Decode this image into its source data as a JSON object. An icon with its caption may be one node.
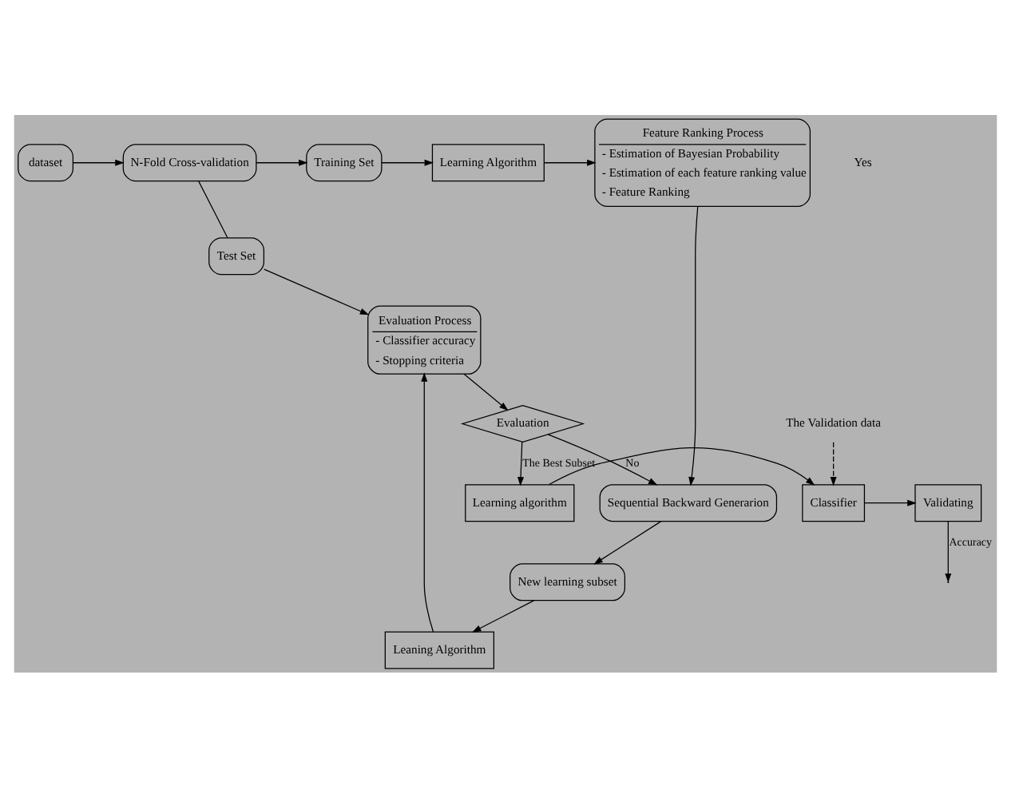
{
  "diagram": {
    "nodes": [
      {
        "text": [
          "dataset"
        ]
      },
      {
        "text": [
          "N-Fold Cross-validation"
        ]
      },
      {
        "text": [
          "Training Set"
        ]
      },
      {
        "text": [
          "Learning Algorithm"
        ]
      },
      {
        "text": [
          "Feature Ranking Process",
          "- Estimation of Bayesian Probability",
          "- Estimation of each feature ranking value",
          "- Feature Ranking"
        ]
      },
      {
        "text": [
          "Sequential Backward Generarion"
        ]
      },
      {
        "text": [
          "New learning subset"
        ]
      },
      {
        "text": [
          "Leaning Algorithm"
        ]
      },
      {
        "text": [
          "Test Set"
        ]
      },
      {
        "text": [
          "Evaluation Process",
          "- Classifier accuracy",
          "- Stopping criteria"
        ]
      },
      {
        "text": [
          "Evaluation"
        ]
      },
      {
        "text": [
          "Learning algorithm"
        ]
      },
      {
        "text": [
          "Classifier"
        ]
      },
      {
        "text": [
          "Validating"
        ]
      },
      {
        "text": [
          "The Validation data"
        ]
      }
    ],
    "edges": [
      {
        "from": 0,
        "to": 1,
        "arrow": "to"
      },
      {
        "from": 1,
        "to": 2,
        "arrow": "to"
      },
      {
        "from": 1,
        "to": 8,
        "arrow": "none"
      },
      {
        "from": 2,
        "to": 3,
        "arrow": "to"
      },
      {
        "from": 3,
        "to": 4,
        "arrow": "to"
      },
      {
        "from": 4,
        "to": 5,
        "arrow": "to"
      },
      {
        "from": 5,
        "to": 6,
        "arrow": "to"
      },
      {
        "from": 6,
        "to": 7,
        "arrow": "to"
      },
      {
        "from": 7,
        "to": 9,
        "arrow": "to"
      },
      {
        "from": 8,
        "to": 9,
        "arrow": "to"
      },
      {
        "from": 9,
        "to": 10,
        "arrow": "to"
      },
      {
        "from": 10,
        "to": 5,
        "label": "No",
        "arrow": "to"
      },
      {
        "from": 10,
        "to": 11,
        "label": "The Best Subset",
        "arrow": "to"
      },
      {
        "from": 11,
        "to": 12,
        "arrow": "to"
      },
      {
        "from": 12,
        "to": 13,
        "arrow": "to"
      },
      {
        "from": 13,
        "to": null,
        "label": "Accuracy",
        "arrow": "to"
      },
      {
        "from": 14,
        "to": 12,
        "arrow": "to",
        "style": "dashed"
      }
    ],
    "labels": [
      "Yes"
    ]
  }
}
